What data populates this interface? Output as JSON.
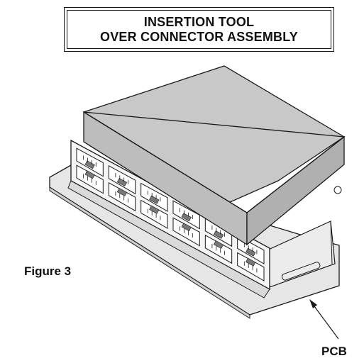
{
  "title": {
    "line1": "INSERTION TOOL",
    "line2": "OVER CONNECTOR ASSEMBLY"
  },
  "figure_label": "Figure 3",
  "callout_label": "PCB",
  "colors": {
    "tool_top": "#c8c8c8",
    "tool_side": "#b4b4b4",
    "pcb": "#e6e6e6",
    "line": "#1a1a1a"
  },
  "connector": {
    "rows": 2,
    "columns": 6
  }
}
